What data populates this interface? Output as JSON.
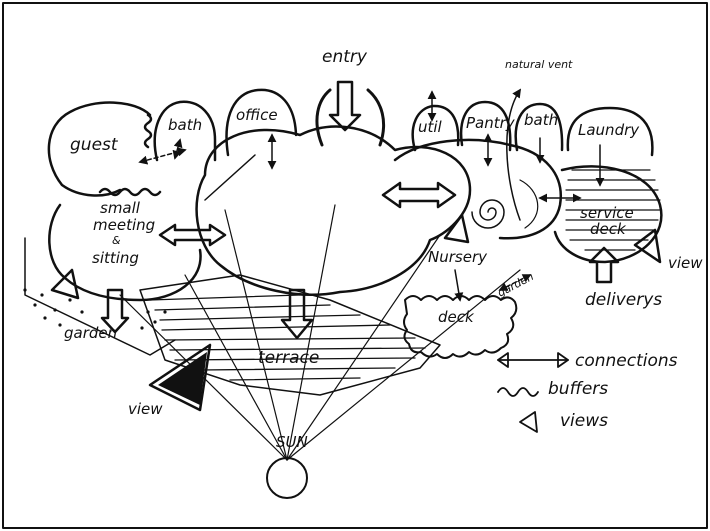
{
  "rooms": {
    "entry": "entry",
    "guest": "guest",
    "bath_left": "bath",
    "office": "office",
    "util": "util",
    "pantry": "Pantry",
    "bath_right": "bath",
    "laundry": "Laundry",
    "natural_vent": "natural vent",
    "small_meeting_line1": "small",
    "small_meeting_line2": "meeting",
    "small_meeting_line3": "&",
    "small_meeting_line4": "sitting",
    "garden_left": "garden",
    "terrace": "terrace",
    "nursery": "Nursery",
    "deck_lower": "deck",
    "garden_lower": "garden",
    "service_deck_line1": "service",
    "service_deck_line2": "deck",
    "deliverys": "deliverys",
    "view_right": "view",
    "view_left": "view",
    "sun": "SUN"
  },
  "legend": {
    "connections": "connections",
    "buffers": "buffers",
    "views": "views"
  }
}
